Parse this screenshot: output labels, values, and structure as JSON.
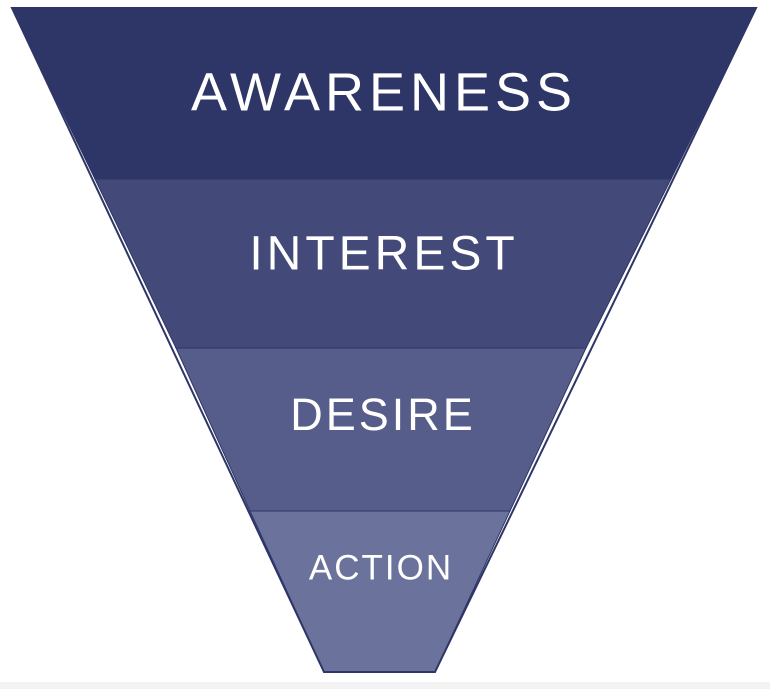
{
  "funnel": {
    "stages": [
      {
        "label": "AWARENESS",
        "color": "#2e3567"
      },
      {
        "label": "INTEREST",
        "color": "#434a79"
      },
      {
        "label": "DESIRE",
        "color": "#565d8a"
      },
      {
        "label": "ACTION",
        "color": "#6b729b"
      }
    ],
    "outline_color": "#2e3567"
  }
}
